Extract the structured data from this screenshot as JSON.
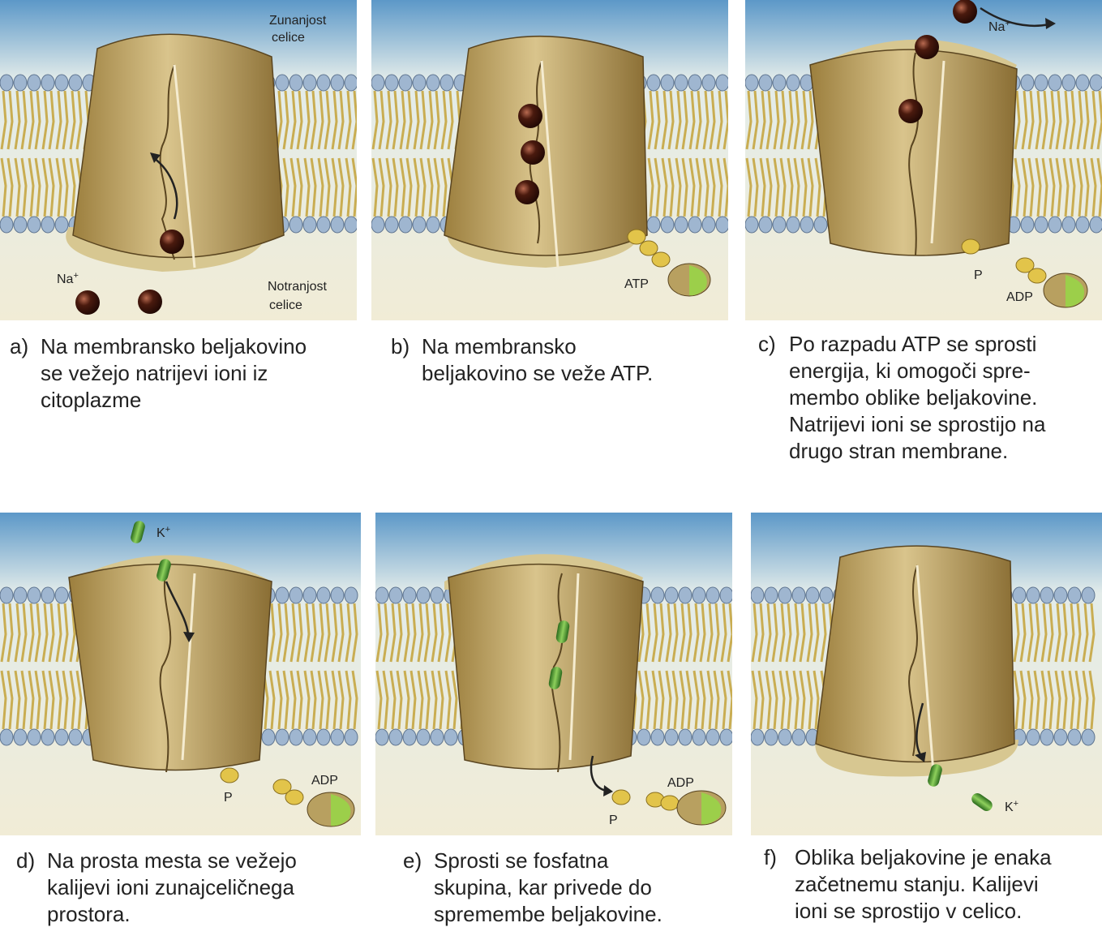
{
  "colors": {
    "water_top": "#5c98c8",
    "water_bottom": "#f1ecd6",
    "head": "#9fb6d0",
    "tail": "#c9ad52",
    "protein": "#b69a5a",
    "sodium_ion": "#4a1a0e",
    "potassium_ion": "#3f8a2c",
    "phosphate": "#e2c44a"
  },
  "labels": {
    "outside": "Zunanjost\ncelice",
    "inside": "Notranjost\ncelice",
    "na": "Na",
    "k": "K",
    "plus": "+",
    "atp": "ATP",
    "adp": "ADP",
    "p": "P"
  },
  "panels": [
    {
      "letter": "a)",
      "text": "Na membransko beljakovino\nse vežejo natrijevi ioni iz\ncitoplazme"
    },
    {
      "letter": "b)",
      "text": "Na membransko\nbeljakovino se veže ATP."
    },
    {
      "letter": "c)",
      "text": "Po razpadu ATP se sprosti\nenergija, ki omogoči spre-\nmembo oblike beljakovine.\nNatrijevi ioni se sprostijo na\ndrugo stran membrane."
    },
    {
      "letter": "d)",
      "text": "Na prosta mesta se vežejo\nkalijevi ioni zunajceličnega\nprostora."
    },
    {
      "letter": "e)",
      "text": "Sprosti se fosfatna\nskupina, kar privede do\nspremembe beljakovine."
    },
    {
      "letter": "f)",
      "text": "Oblika beljakovine je enaka\nzačetnemu stanju. Kalijevi\nioni se sprostijo v celico."
    }
  ]
}
